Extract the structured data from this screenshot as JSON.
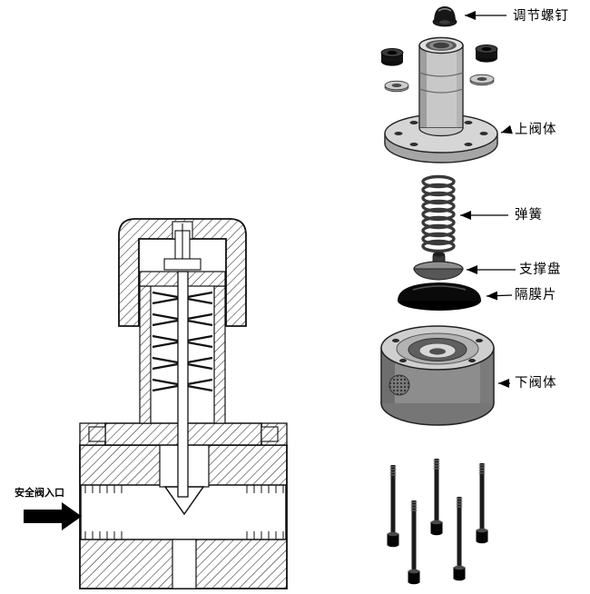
{
  "figure": {
    "background": "#ffffff",
    "ink": "#111111",
    "metal_light": "#d6d6d6",
    "metal_mid": "#8d8d8d",
    "metal_dark": "#161616"
  },
  "exploded_view": {
    "parts": [
      {
        "id": "adjusting-screw",
        "label": "调节螺钉"
      },
      {
        "id": "upper-valve-body",
        "label": "上阀体"
      },
      {
        "id": "spring",
        "label": "弹簧"
      },
      {
        "id": "support-disc",
        "label": "支撑盘"
      },
      {
        "id": "diaphragm",
        "label": "隔膜片"
      },
      {
        "id": "lower-valve-body",
        "label": "下阀体"
      }
    ]
  },
  "cross_section": {
    "inlet_label": "安全阀入口"
  }
}
